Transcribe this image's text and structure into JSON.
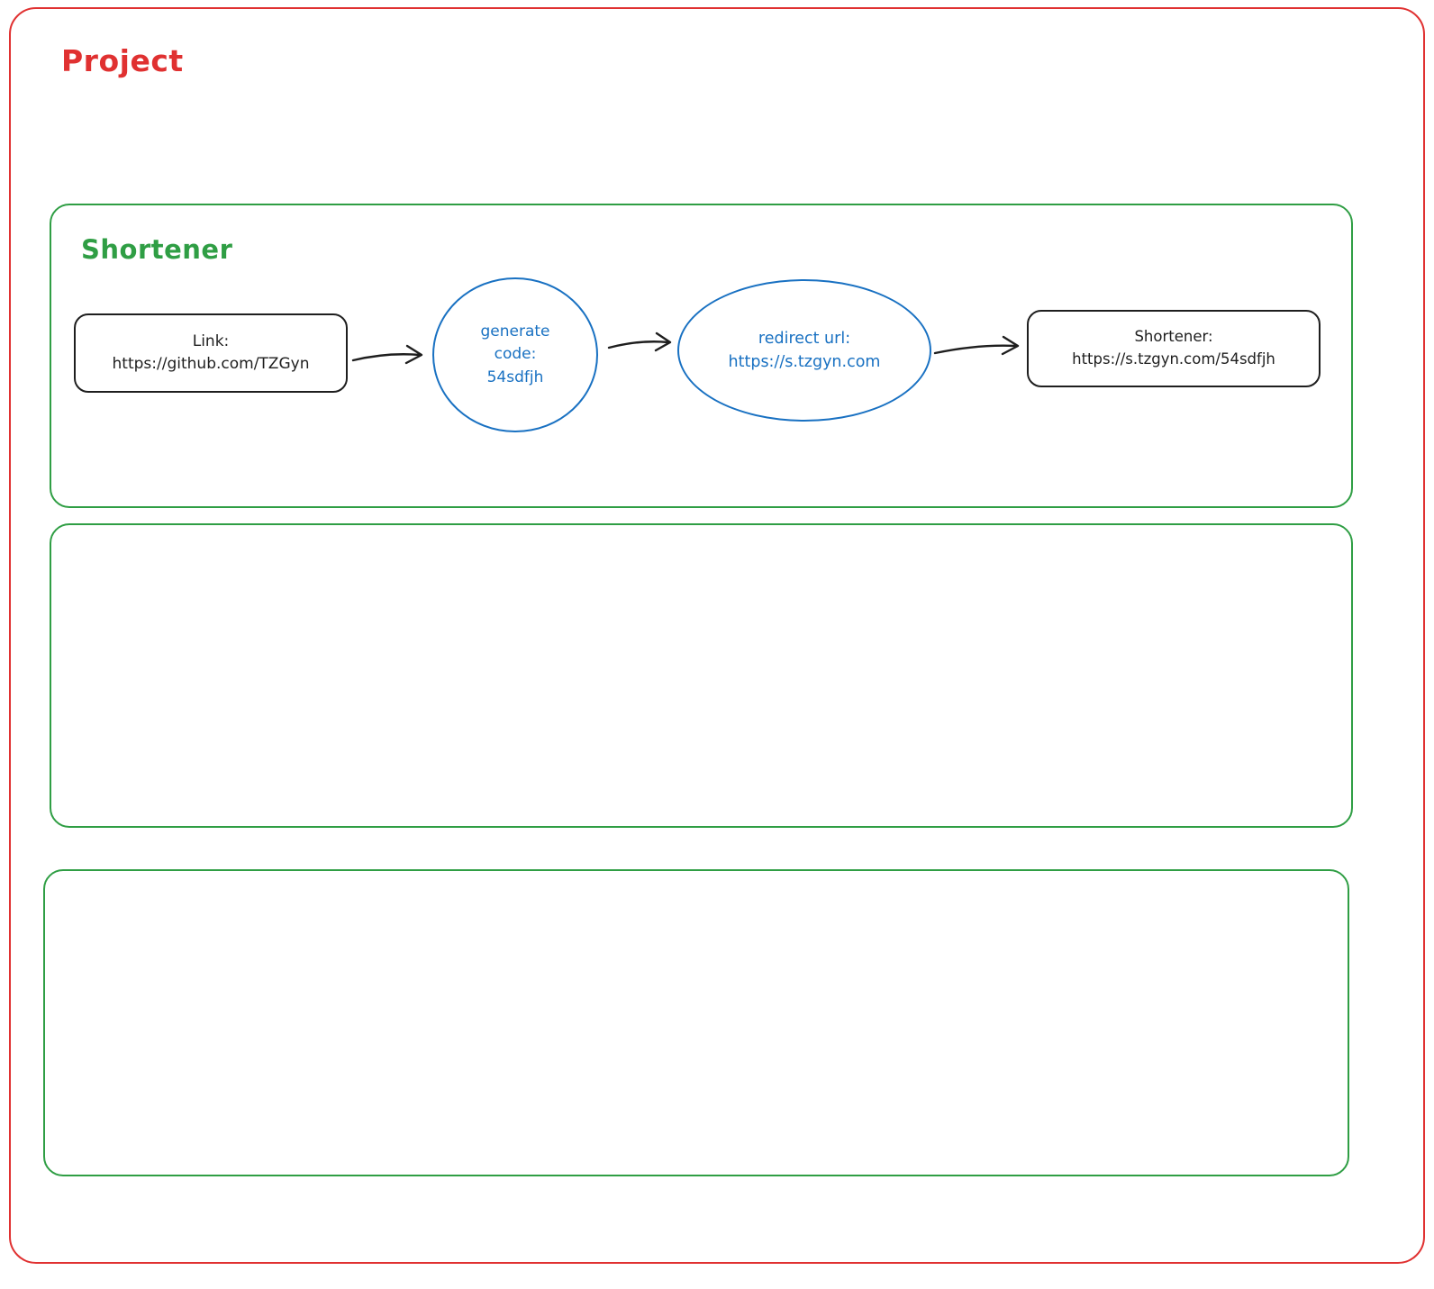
{
  "colors": {
    "frame_red": "#e03131",
    "frame_green": "#2f9e44",
    "shape_blue": "#1971c2",
    "ink_black": "#1e1e1e",
    "background": "#ffffff"
  },
  "project_frame": {
    "label": "Project"
  },
  "shortener_frame": {
    "label": "Shortener"
  },
  "flow": {
    "link_node": {
      "line1": "Link:",
      "line2": "https://github.com/TZGyn"
    },
    "generate_node": {
      "line1": "generate",
      "line2": "code:",
      "line3": "54sdfjh"
    },
    "redirect_node": {
      "line1": "redirect url:",
      "line2": "https://s.tzgyn.com"
    },
    "result_node": {
      "line1": "Shortener:",
      "line2": "https://s.tzgyn.com/54sdfjh"
    }
  }
}
